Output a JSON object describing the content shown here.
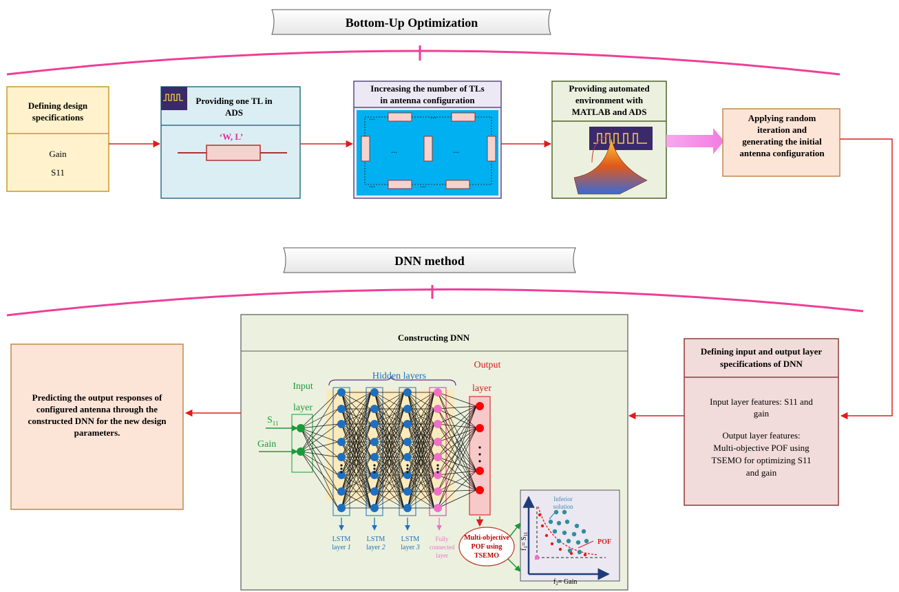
{
  "banners": {
    "top": "Bottom-Up Optimization",
    "middle": "DNN method"
  },
  "step1": {
    "title_lines": [
      "Defining design",
      "specifications"
    ],
    "items": [
      "Gain",
      "S11"
    ]
  },
  "step2": {
    "title_lines": [
      "Providing one TL in",
      "ADS"
    ],
    "tl_label": "‘W, L’"
  },
  "step3": {
    "title_lines": [
      "Increasing the number of TLs",
      "in antenna configuration"
    ],
    "ellipsis": "..."
  },
  "step4": {
    "title_lines": [
      "Providing automated",
      "environment with",
      "MATLAB and ADS"
    ]
  },
  "step5": {
    "title_lines": [
      "Applying random",
      "iteration and",
      "generating the initial",
      "antenna configuration"
    ]
  },
  "step6": {
    "title_lines": [
      "Defining input and output layer",
      "specifications of DNN"
    ],
    "body_lines": [
      "Input layer features: S11 and",
      "gain",
      "Output layer features:",
      "Multi-objective  POF using",
      "TSEMO for optimizing S11",
      "and gain"
    ]
  },
  "step7": {
    "title": "Constructing DNN",
    "hidden_layers": "Hidden layers",
    "input_layer": [
      "Input",
      "layer"
    ],
    "output_layer": [
      "Output",
      "layer"
    ],
    "inputs": {
      "s11": "S",
      "s11_sub": "11",
      "gain": "Gain"
    },
    "lstm": [
      {
        "line1": "LSTM",
        "line2": "layer ",
        "num": "1"
      },
      {
        "line1": "LSTM",
        "line2": "layer ",
        "num": "2"
      },
      {
        "line1": "LSTM",
        "line2": "layer ",
        "num": "3"
      }
    ],
    "fc": [
      "Fully",
      "connected",
      "layer"
    ],
    "mo_pof": [
      "Multi-objective",
      "POF using",
      "TSEMO"
    ],
    "pof_plot": {
      "inferior": [
        "Inferior",
        "solution"
      ],
      "pof": "POF",
      "ylabel_main": "f",
      "ylabel_sub1": "1",
      "ylabel_mid": "= S",
      "ylabel_sub2": "11",
      "xlabel_main": "f",
      "xlabel_sub": "2",
      "xlabel_rest": "= Gain"
    }
  },
  "step8": {
    "lines": [
      "Predicting the output responses of",
      "configured antenna through the",
      "constructed DNN for the new design",
      "parameters."
    ]
  },
  "colors": {
    "arc": "#ee3e96",
    "arrow": "#e01b1b",
    "yellow_fill": "#fff2cc",
    "yellow_border": "#c59a2a",
    "blue_fill": "#dbeef3",
    "blue_border": "#2f6f86",
    "purple_fill": "#ece9f5",
    "purple_border": "#5a4a8a",
    "green_fill": "#ebf1de",
    "green_border": "#4f6228",
    "peach_fill": "#fce4d6",
    "peach_border": "#c0864e",
    "rose_fill": "#f2dcdb",
    "rose_border": "#8b3a3a",
    "cyan_panel": "#00b0f0",
    "node_blue": "#1f6fc0",
    "node_green": "#1a9a3a",
    "node_pink": "#f070c8",
    "node_red": "#ff0000"
  }
}
